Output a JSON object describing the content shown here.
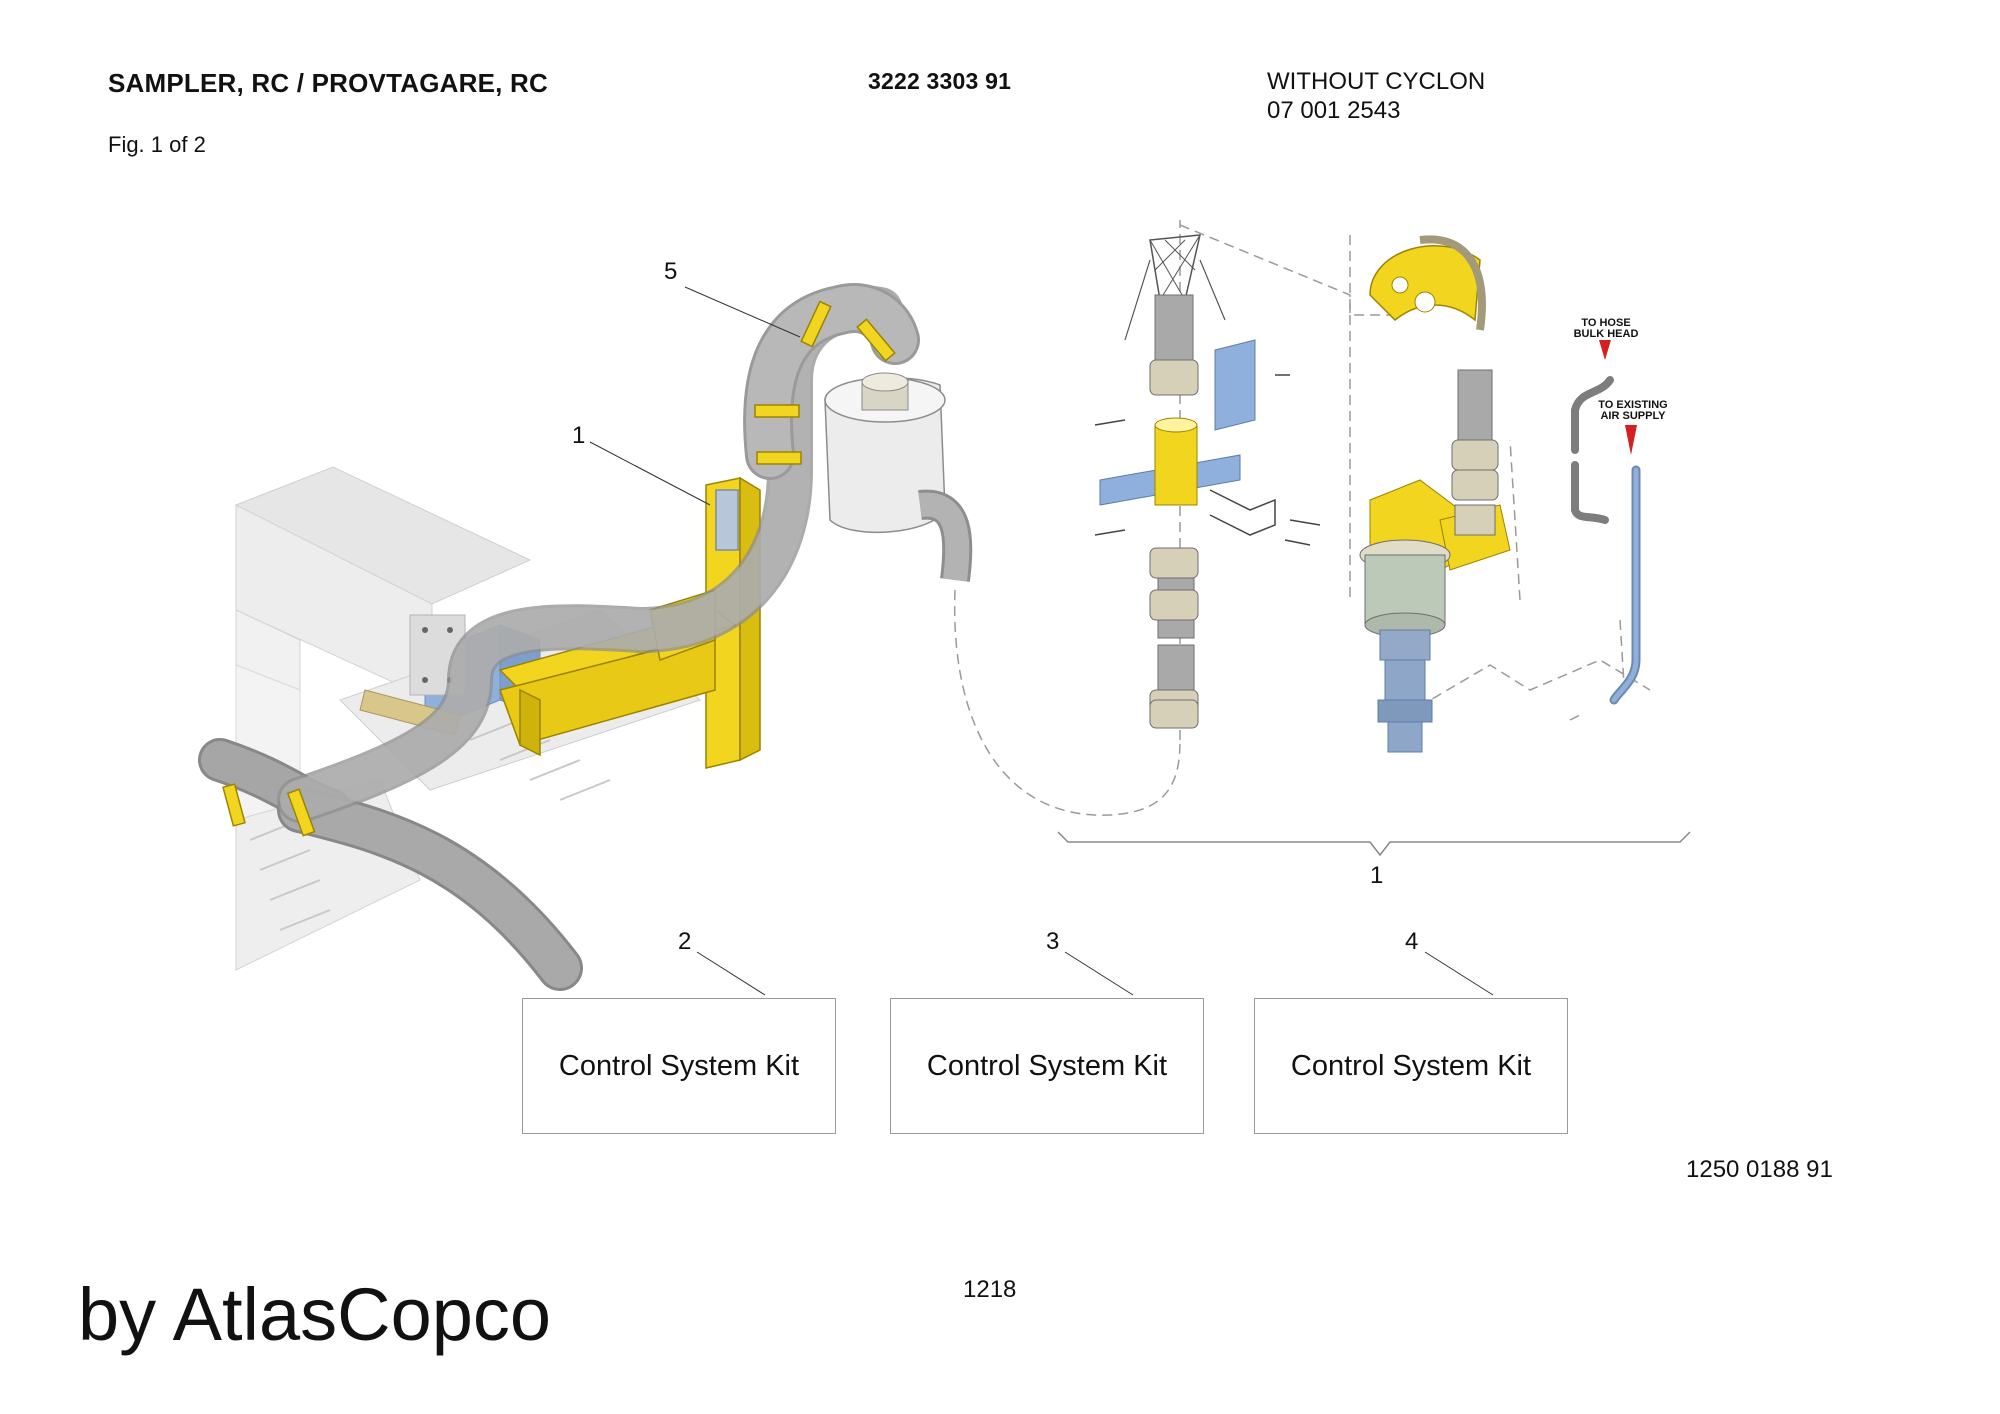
{
  "header": {
    "title": "SAMPLER, RC / PROVTAGARE, RC",
    "part_number": "3222 3303 91",
    "variant_line1": "WITHOUT CYCLON",
    "variant_line2": "07 001 2543",
    "figure": "Fig. 1 of 2"
  },
  "callouts": {
    "c5": "5",
    "c1_left": "1",
    "c1_bracket": "1",
    "c2": "2",
    "c3": "3",
    "c4": "4"
  },
  "kits": [
    {
      "label": "Control System Kit"
    },
    {
      "label": "Control System Kit"
    },
    {
      "label": "Control System Kit"
    }
  ],
  "annotations": {
    "to_hose_line1": "TO HOSE",
    "to_hose_line2": "BULK HEAD",
    "to_air_line1": "TO EXISTING",
    "to_air_line2": "AIR SUPPLY"
  },
  "footer": {
    "drawing_number": "1250 0188 91",
    "page_number": "1218",
    "brand": "by AtlasCopco"
  },
  "colors": {
    "accent_yellow": "#f2d51f",
    "blue_part": "#8fb0dc",
    "hose_gray": "#a9a9a9",
    "machine_gray": "#e4e4e4",
    "marker_red": "#d42020"
  }
}
